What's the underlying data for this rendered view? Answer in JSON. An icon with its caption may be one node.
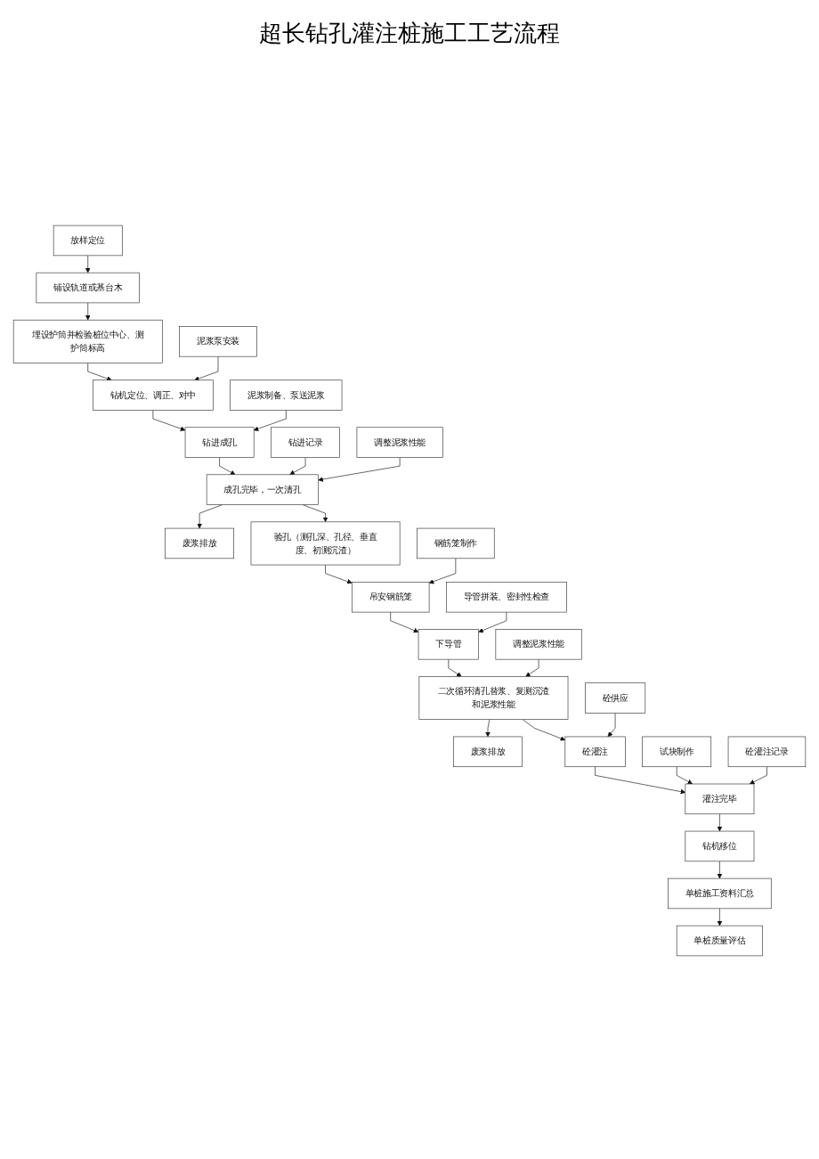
{
  "diagram": {
    "title": "超长钻孔灌注桩施工工艺流程",
    "nodes": [
      {
        "text": [
          "放样定位"
        ]
      },
      {
        "text": [
          "铺设轨道或基台木"
        ]
      },
      {
        "text": [
          "埋设护筒并检验桩位中心、测护筒标高"
        ]
      },
      {
        "text": [
          "泥浆泵安装"
        ]
      },
      {
        "text": [
          "钻机定位、调正、对中"
        ]
      },
      {
        "text": [
          "泥浆制备、泵送泥浆"
        ]
      },
      {
        "text": [
          "钻进成孔"
        ]
      },
      {
        "text": [
          "钻进记录"
        ]
      },
      {
        "text": [
          "调整泥浆性能"
        ]
      },
      {
        "text": [
          "成孔完毕，一次清孔"
        ]
      },
      {
        "text": [
          "废浆排放"
        ]
      },
      {
        "text": [
          "验孔（测孔深、孔径、垂直度、初测沉渣）"
        ]
      },
      {
        "text": [
          "钢筋笼制作"
        ]
      },
      {
        "text": [
          "吊安钢筋笼"
        ]
      },
      {
        "text": [
          "导管拼装、密封性检查"
        ]
      },
      {
        "text": [
          "下导管"
        ]
      },
      {
        "text": [
          "调整泥浆性能"
        ]
      },
      {
        "text": [
          "二次循环清孔替浆、复测沉渣和泥浆性能"
        ]
      },
      {
        "text": [
          "废浆排放"
        ]
      },
      {
        "text": [
          "砼供应"
        ]
      },
      {
        "text": [
          "砼灌注"
        ]
      },
      {
        "text": [
          "试块制作"
        ]
      },
      {
        "text": [
          "砼灌注记录"
        ]
      },
      {
        "text": [
          "灌注完毕"
        ]
      },
      {
        "text": [
          "钻机移位"
        ]
      },
      {
        "text": [
          "单桩施工资料汇总"
        ]
      },
      {
        "text": [
          "单桩质量评估"
        ]
      }
    ],
    "edges": [
      {
        "from": 0,
        "to": 1,
        "arrow": "to"
      },
      {
        "from": 1,
        "to": 2,
        "arrow": "to"
      },
      {
        "from": 2,
        "to": 4,
        "arrow": "to"
      },
      {
        "from": 3,
        "to": 4,
        "arrow": "to"
      },
      {
        "from": 4,
        "to": 6,
        "arrow": "to"
      },
      {
        "from": 5,
        "to": 6,
        "arrow": "to"
      },
      {
        "from": 6,
        "to": 9,
        "arrow": "to"
      },
      {
        "from": 7,
        "to": 9,
        "arrow": "to"
      },
      {
        "from": 8,
        "to": 9,
        "arrow": "to"
      },
      {
        "from": 9,
        "to": 10,
        "arrow": "to"
      },
      {
        "from": 9,
        "to": 11,
        "arrow": "to"
      },
      {
        "from": 11,
        "to": 13,
        "arrow": "to"
      },
      {
        "from": 12,
        "to": 13,
        "arrow": "to"
      },
      {
        "from": 13,
        "to": 15,
        "arrow": "to"
      },
      {
        "from": 14,
        "to": 15,
        "arrow": "to"
      },
      {
        "from": 15,
        "to": 17,
        "arrow": "to"
      },
      {
        "from": 16,
        "to": 17,
        "arrow": "to"
      },
      {
        "from": 17,
        "to": 18,
        "arrow": "to"
      },
      {
        "from": 17,
        "to": 20,
        "arrow": "to"
      },
      {
        "from": 19,
        "to": 20,
        "arrow": "to"
      },
      {
        "from": 20,
        "to": 23,
        "arrow": "to"
      },
      {
        "from": 21,
        "to": 23,
        "arrow": "to"
      },
      {
        "from": 22,
        "to": 23,
        "arrow": "to"
      },
      {
        "from": 23,
        "to": 24,
        "arrow": "to"
      },
      {
        "from": 24,
        "to": 25,
        "arrow": "to"
      },
      {
        "from": 25,
        "to": 26,
        "arrow": "to"
      }
    ]
  }
}
